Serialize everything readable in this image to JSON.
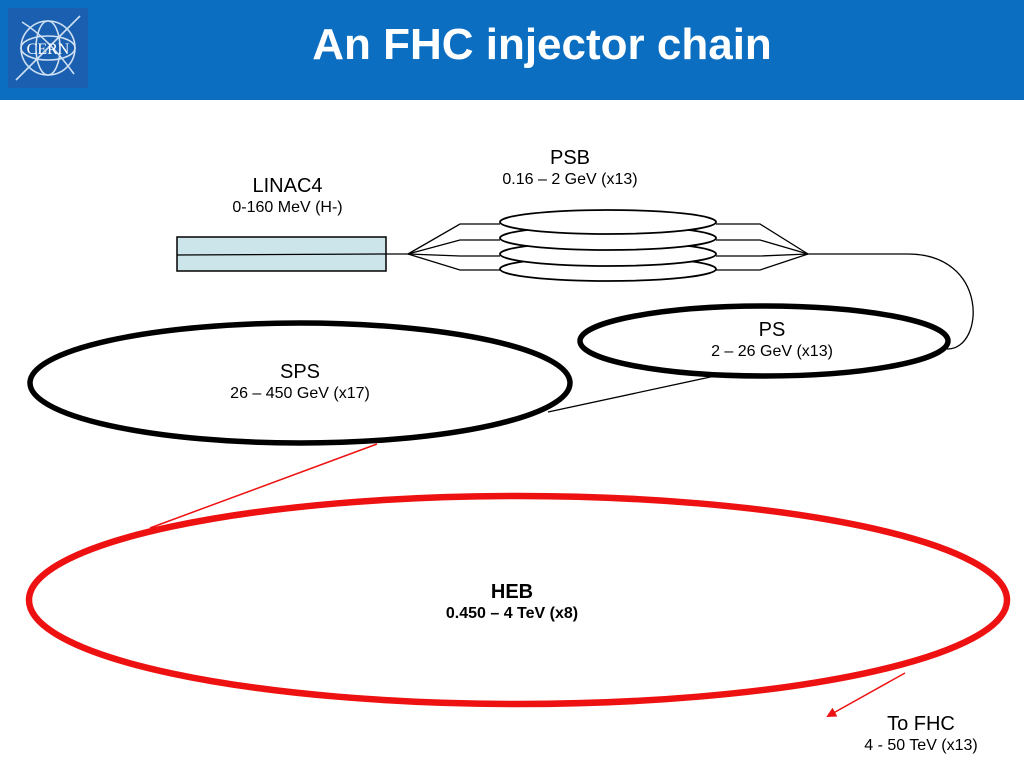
{
  "header": {
    "title": "An FHC injector chain",
    "logo_text": "CERN",
    "background_color": "#0b6ec1"
  },
  "nodes": {
    "linac4": {
      "name": "LINAC4",
      "energy": "0-160 MeV (H-)",
      "color": "#cce5ea"
    },
    "psb": {
      "name": "PSB",
      "energy": "0.16 – 2 GeV (x13)",
      "ring_count": 4
    },
    "ps": {
      "name": "PS",
      "energy": "2 – 26 GeV (x13)"
    },
    "sps": {
      "name": "SPS",
      "energy": "26 – 450 GeV (x17)"
    },
    "heb": {
      "name": "HEB",
      "energy": "0.450 – 4 TeV (x8)",
      "color": "#ee1111"
    },
    "fhc": {
      "name": "To FHC",
      "energy": "4 - 50 TeV (x13)"
    }
  },
  "colors": {
    "rings": "#000000",
    "transfer_line": "#000000",
    "heb_transfer": "#ee1111"
  }
}
